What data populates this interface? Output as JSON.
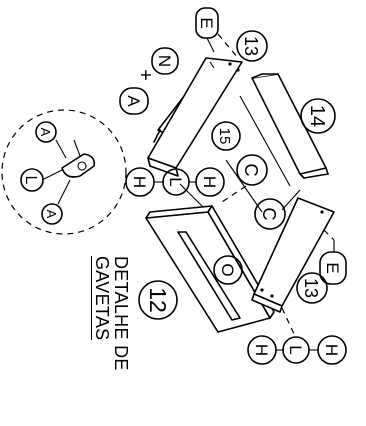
{
  "title": {
    "line1": "DETALHE DE",
    "line2": "GAVETAS"
  },
  "detail_callout": {
    "label_top": "A",
    "label_mid": "L",
    "label_bottom": "A"
  },
  "part_numbers": {
    "front_panel": "12",
    "side_left": "13",
    "side_right": "13",
    "back_panel": "14",
    "bottom_panel": "15"
  },
  "hardware_labels": {
    "e_top": "E",
    "e_bottom": "E",
    "n": "N",
    "plus": "+",
    "a": "A",
    "h_left_1": "H",
    "l_left": "L",
    "h_left_2": "H",
    "c_upper": "C",
    "c_lower": "C",
    "o": "O",
    "h_bottom_1": "H",
    "l_bottom": "L",
    "h_bottom_2": "H"
  }
}
